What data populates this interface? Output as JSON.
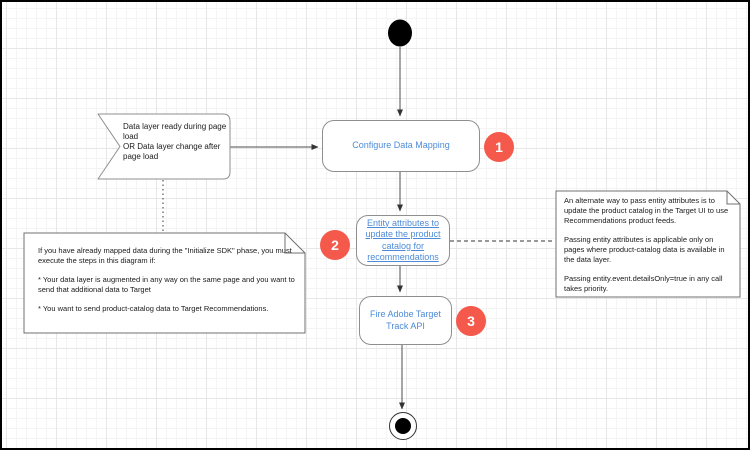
{
  "colors": {
    "accent_blue": "#4d8bd8",
    "badge_red": "#f4594b",
    "shape_border": "#8f8f8f",
    "connector": "#333333"
  },
  "flow": {
    "signal_text": "Data layer ready during page load\nOR Data layer change after page load",
    "steps": [
      {
        "badge": "1",
        "label": "Configure Data Mapping"
      },
      {
        "badge": "2",
        "label": "Entity attributes to update the product catalog for recommendations"
      },
      {
        "badge": "3",
        "label": "Fire Adobe Target Track API"
      }
    ]
  },
  "notes": {
    "left": {
      "p1": "If you have already mapped data during the \"Initialize SDK\" phase, you must execute the steps in this diagram if:",
      "p2": "* Your data layer is augmented in any way on the same page and you want to send that additional data to Target",
      "p3": "* You want to send product-catalog data to Target Recommendations."
    },
    "right": {
      "p1": "An alternate way to pass entity attributes is to update the product catalog in the Target UI to use Recommendations product feeds.",
      "p2": "Passing entity attributes is applicable only on pages where product-catalog data is available in the data layer.",
      "p3": "Passing entity.event.detailsOnly=true in any call takes priority."
    }
  }
}
